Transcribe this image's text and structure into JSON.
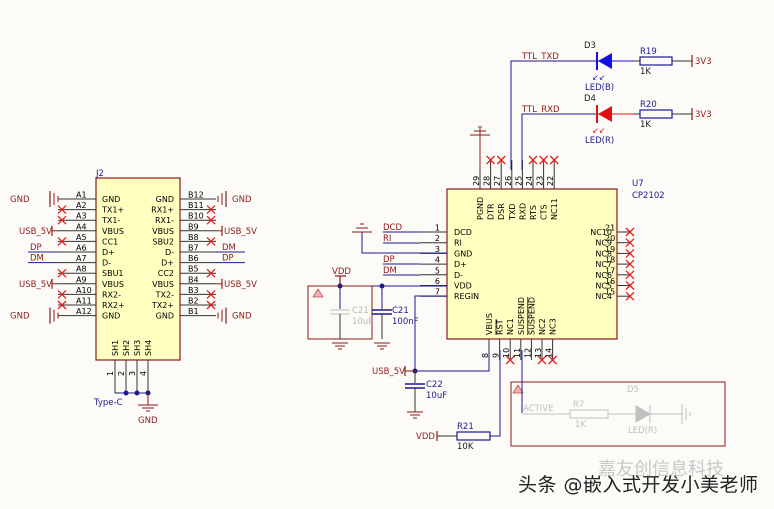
{
  "colors": {
    "background": "#fdfbf7",
    "component_body": "#ffffc0",
    "component_border": "#8b1a1a",
    "wire_blue": "#1a1a8c",
    "wire_black": "#333333",
    "net_label_red": "#8b1a1a",
    "no_connect": "#e02020",
    "led_blue": "#1010e0",
    "led_red": "#e01010",
    "disabled_gray": "#b8b8b8"
  },
  "j2": {
    "designator": "J2",
    "type": "Type-C",
    "left_pins": [
      {
        "num": "A1",
        "name": "GND",
        "net": "GND",
        "nc": false
      },
      {
        "num": "A2",
        "name": "TX1+",
        "net": "",
        "nc": true
      },
      {
        "num": "A3",
        "name": "TX1-",
        "net": "",
        "nc": true
      },
      {
        "num": "A4",
        "name": "VBUS",
        "net": "USB_5V",
        "nc": false
      },
      {
        "num": "A5",
        "name": "CC1",
        "net": "",
        "nc": true
      },
      {
        "num": "A6",
        "name": "D+",
        "net": "DP",
        "nc": false
      },
      {
        "num": "A7",
        "name": "D-",
        "net": "DM",
        "nc": false
      },
      {
        "num": "A8",
        "name": "SBU1",
        "net": "",
        "nc": true
      },
      {
        "num": "A9",
        "name": "VBUS",
        "net": "USB_5V",
        "nc": false
      },
      {
        "num": "A10",
        "name": "RX2-",
        "net": "",
        "nc": true
      },
      {
        "num": "A11",
        "name": "RX2+",
        "net": "",
        "nc": true
      },
      {
        "num": "A12",
        "name": "GND",
        "net": "GND",
        "nc": false
      }
    ],
    "right_pins": [
      {
        "num": "B12",
        "name": "GND",
        "net": "GND",
        "nc": false
      },
      {
        "num": "B11",
        "name": "RX1+",
        "net": "",
        "nc": true
      },
      {
        "num": "B10",
        "name": "RX1-",
        "net": "",
        "nc": true
      },
      {
        "num": "B9",
        "name": "VBUS",
        "net": "USB_5V",
        "nc": false
      },
      {
        "num": "B8",
        "name": "SBU2",
        "net": "",
        "nc": true
      },
      {
        "num": "B7",
        "name": "D-",
        "net": "DM",
        "nc": false
      },
      {
        "num": "B6",
        "name": "D+",
        "net": "DP",
        "nc": false
      },
      {
        "num": "B5",
        "name": "CC2",
        "net": "",
        "nc": true
      },
      {
        "num": "B4",
        "name": "VBUS",
        "net": "USB_5V",
        "nc": false
      },
      {
        "num": "B3",
        "name": "TX2-",
        "net": "",
        "nc": true
      },
      {
        "num": "B2",
        "name": "TX2+",
        "net": "",
        "nc": true
      },
      {
        "num": "B1",
        "name": "GND",
        "net": "GND",
        "nc": false
      }
    ],
    "shield_pins": [
      {
        "num": "1",
        "name": "SH1"
      },
      {
        "num": "2",
        "name": "SH2"
      },
      {
        "num": "3",
        "name": "SH3"
      },
      {
        "num": "4",
        "name": "SH4"
      }
    ],
    "shield_net": "GND"
  },
  "u7": {
    "designator": "U7",
    "part": "CP2102",
    "left_pins": [
      {
        "num": "1",
        "name": "DCD",
        "net": "DCD"
      },
      {
        "num": "2",
        "name": "RI",
        "net": "RI"
      },
      {
        "num": "3",
        "name": "GND",
        "net": ""
      },
      {
        "num": "4",
        "name": "D+",
        "net": "DP"
      },
      {
        "num": "5",
        "name": "D-",
        "net": "DM"
      },
      {
        "num": "6",
        "name": "VDD",
        "net": ""
      },
      {
        "num": "7",
        "name": "REGIN",
        "net": ""
      }
    ],
    "right_pins": [
      {
        "num": "21",
        "name": "NC10"
      },
      {
        "num": "20",
        "name": "NC9"
      },
      {
        "num": "19",
        "name": "NC8"
      },
      {
        "num": "18",
        "name": "NC7"
      },
      {
        "num": "17",
        "name": "NC6"
      },
      {
        "num": "16",
        "name": "NC5"
      },
      {
        "num": "15",
        "name": "NC4"
      }
    ],
    "top_pins": [
      {
        "num": "29",
        "name": "PGND"
      },
      {
        "num": "28",
        "name": "DTR"
      },
      {
        "num": "27",
        "name": "DSR"
      },
      {
        "num": "26",
        "name": "TXD"
      },
      {
        "num": "25",
        "name": "RXD"
      },
      {
        "num": "24",
        "name": "RTS"
      },
      {
        "num": "23",
        "name": "CTS"
      },
      {
        "num": "22",
        "name": "NC11"
      }
    ],
    "bottom_pins": [
      {
        "num": "8",
        "name": "VBUS"
      },
      {
        "num": "9",
        "name": "RST"
      },
      {
        "num": "10",
        "name": "NC1"
      },
      {
        "num": "11",
        "name": "SUSPEND"
      },
      {
        "num": "12",
        "name": "SUSPEND"
      },
      {
        "num": "13",
        "name": "NC2"
      },
      {
        "num": "14",
        "name": "NC3"
      }
    ]
  },
  "leds": [
    {
      "designator": "D3",
      "value": "LED(B)",
      "net": "TTL_TXD",
      "resistor": "R19",
      "resistor_value": "1K",
      "supply": "3V3"
    },
    {
      "designator": "D4",
      "value": "LED(R)",
      "net": "TTL_RXD",
      "resistor": "R20",
      "resistor_value": "1K",
      "supply": "3V3"
    }
  ],
  "caps": [
    {
      "designator": "C21",
      "value": "10uF",
      "disabled": true
    },
    {
      "designator": "C21",
      "value": "100nF",
      "disabled": false
    },
    {
      "designator": "C22",
      "value": "10uF",
      "disabled": false
    }
  ],
  "r21": {
    "designator": "R21",
    "value": "10K",
    "net": "VDD"
  },
  "labels": {
    "vdd": "VDD",
    "usb5v": "USB_5V",
    "gnd": "GND"
  },
  "disabled_block": {
    "net": "ACTIVE",
    "resistor": "R7",
    "resistor_value": "1K",
    "led": "D5",
    "led_value": "LED(R)"
  },
  "watermark": {
    "text": "头条 @嵌入式开发小美老师",
    "ghost": "嘉友创信息科技"
  }
}
